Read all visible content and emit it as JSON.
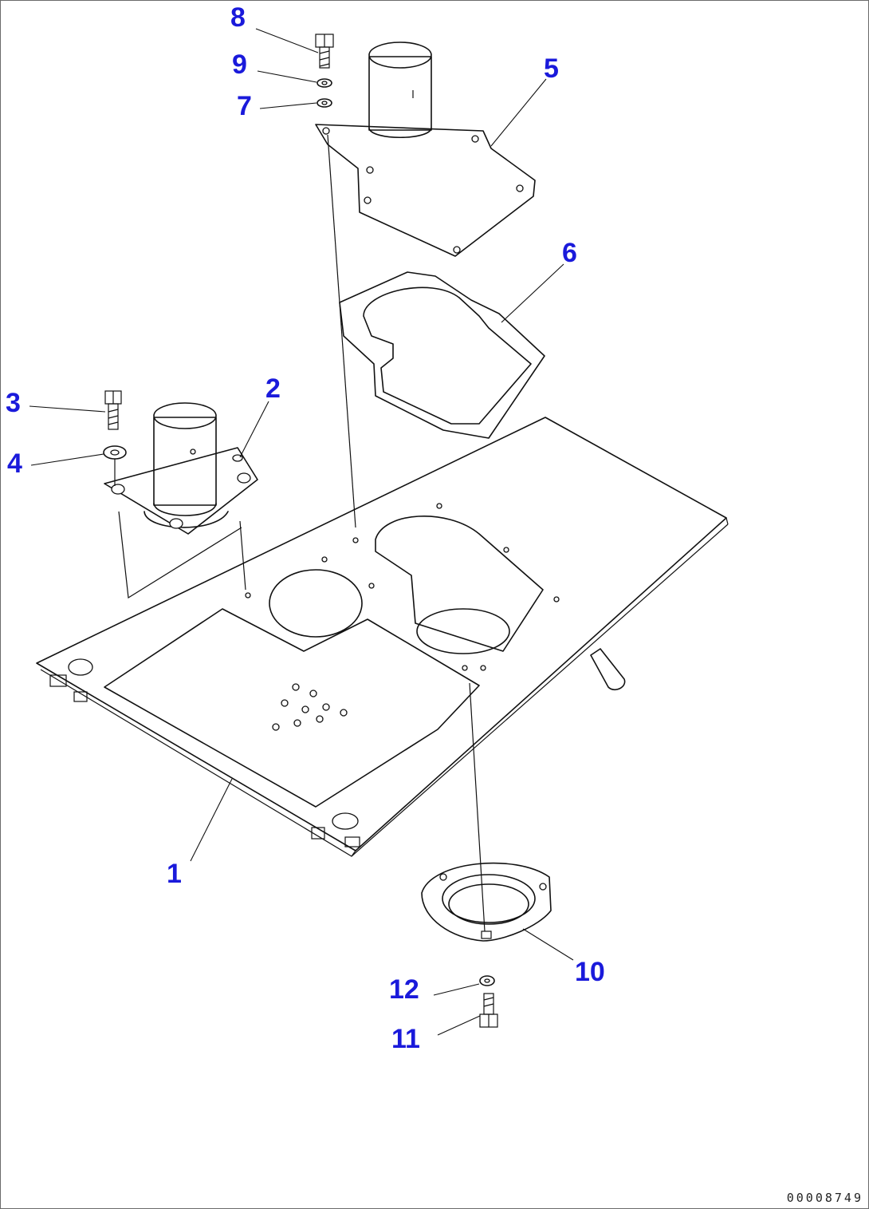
{
  "callouts": [
    {
      "id": "1",
      "label": "1"
    },
    {
      "id": "2",
      "label": "2"
    },
    {
      "id": "3",
      "label": "3"
    },
    {
      "id": "4",
      "label": "4"
    },
    {
      "id": "5",
      "label": "5"
    },
    {
      "id": "6",
      "label": "6"
    },
    {
      "id": "7",
      "label": "7"
    },
    {
      "id": "8",
      "label": "8"
    },
    {
      "id": "9",
      "label": "9"
    },
    {
      "id": "10",
      "label": "10"
    },
    {
      "id": "11",
      "label": "11"
    },
    {
      "id": "12",
      "label": "12"
    }
  ],
  "drawing_code": "00008749",
  "colors": {
    "callout": "#1a1adb",
    "line": "#111111",
    "background": "#ffffff"
  }
}
